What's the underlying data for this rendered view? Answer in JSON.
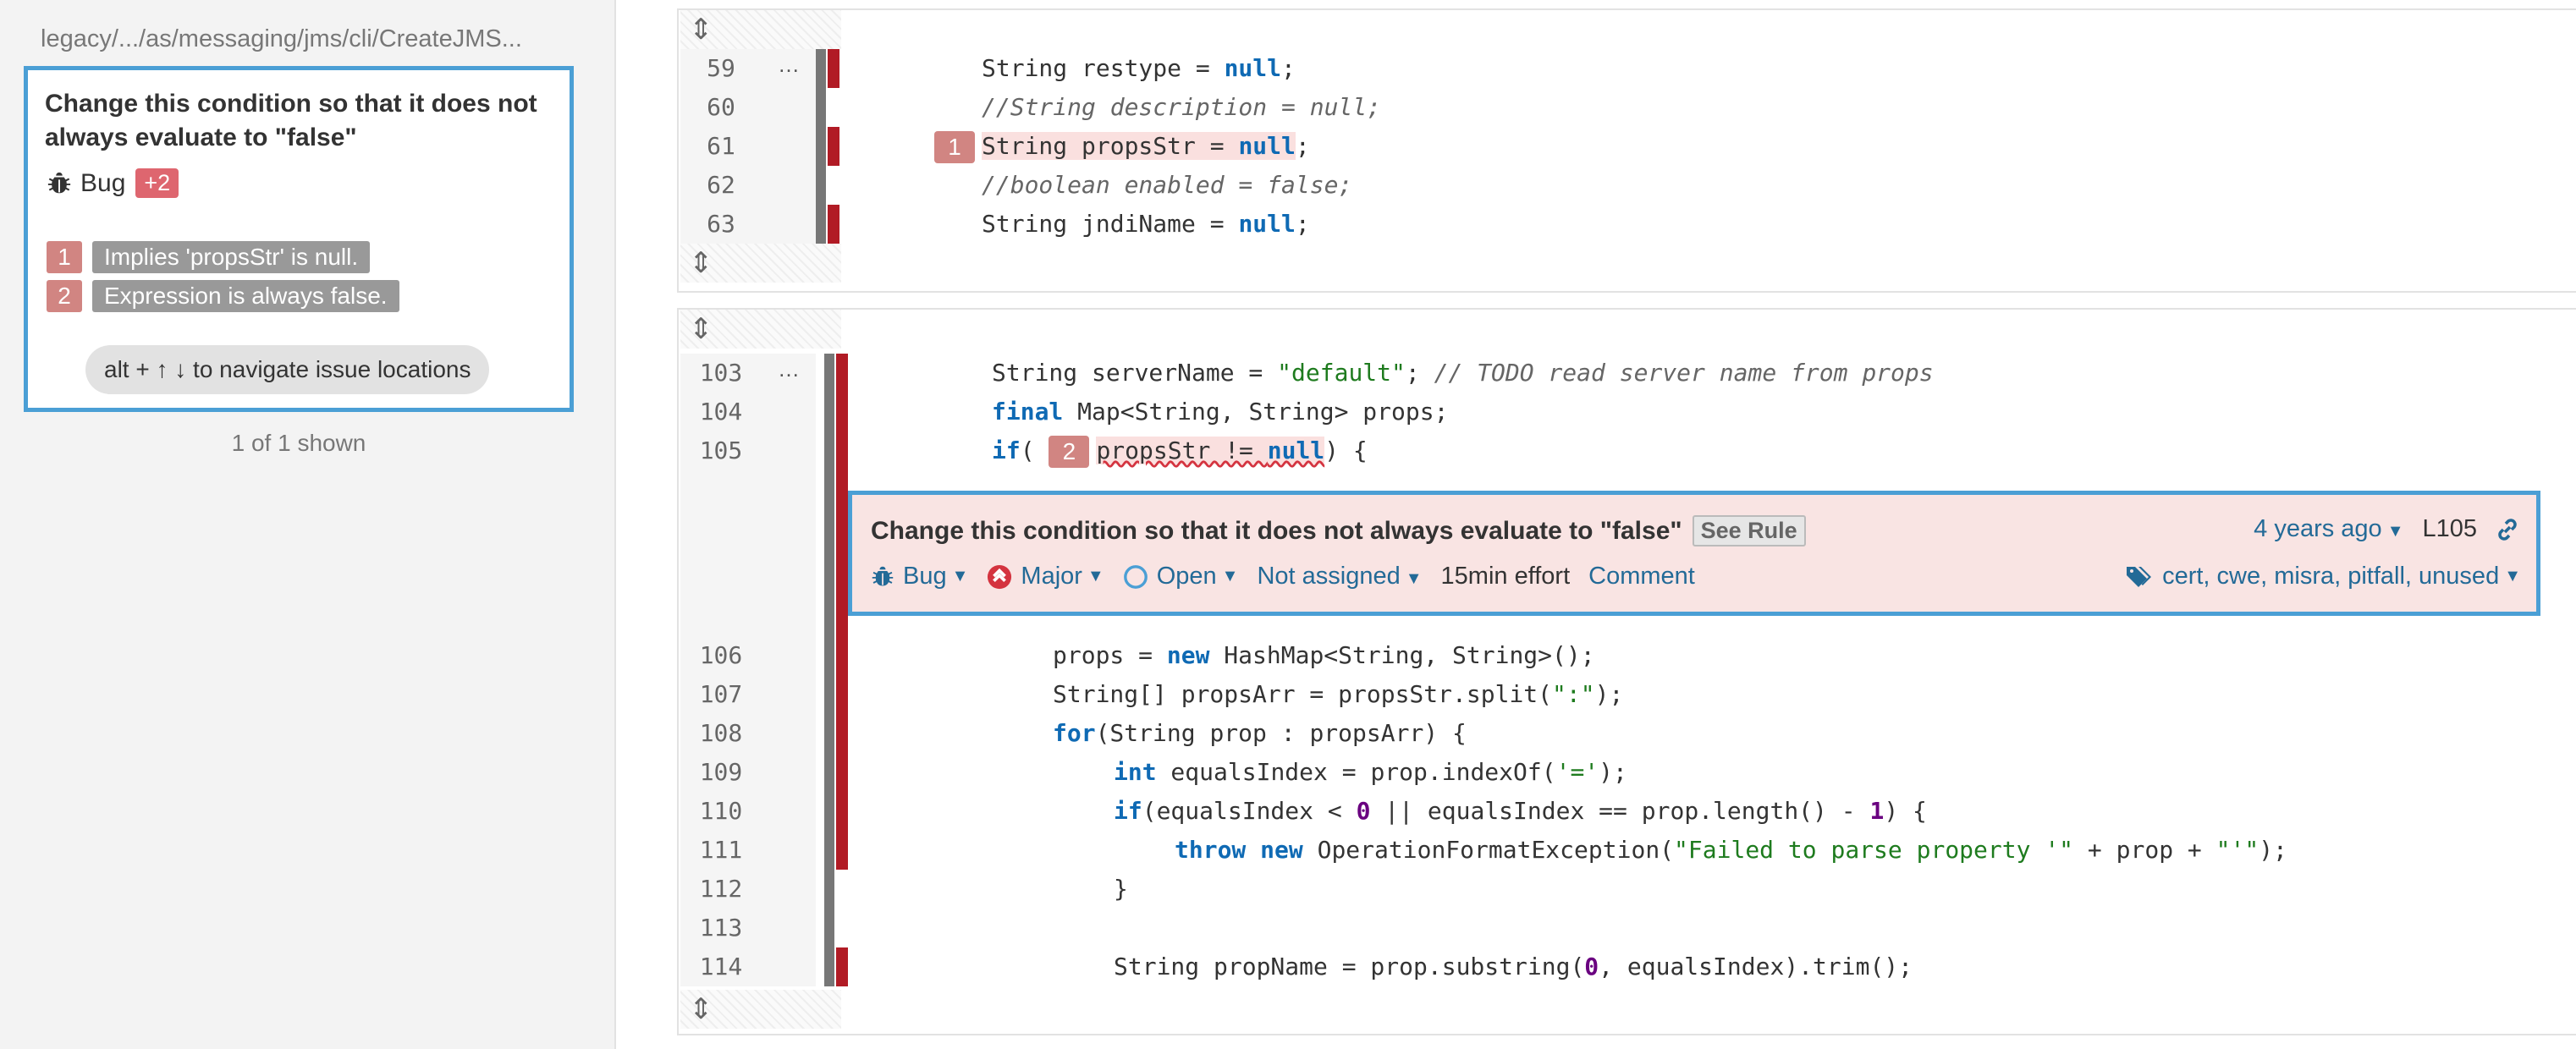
{
  "sidebar": {
    "file_path": "legacy/.../as/messaging/jms/cli/CreateJMS...",
    "issue": {
      "message": "Change this condition so that it does not always evaluate to \"false\"",
      "type": "Bug",
      "extra_count": "+2",
      "locations": [
        {
          "num": "1",
          "text": "Implies 'propsStr' is null."
        },
        {
          "num": "2",
          "text": "Expression is always false."
        }
      ],
      "nav_hint": "alt + ↑ ↓ to navigate issue locations"
    },
    "shown": "1 of 1 shown"
  },
  "snippet1": {
    "lines": [
      {
        "num": "59",
        "dots": "…"
      },
      {
        "num": "60"
      },
      {
        "num": "61"
      },
      {
        "num": "62"
      },
      {
        "num": "63"
      }
    ]
  },
  "snippet2": {
    "lines": [
      {
        "num": "103",
        "dots": "…"
      },
      {
        "num": "104"
      },
      {
        "num": "105"
      },
      {
        "num": "106"
      },
      {
        "num": "107"
      },
      {
        "num": "108"
      },
      {
        "num": "109"
      },
      {
        "num": "110"
      },
      {
        "num": "111"
      },
      {
        "num": "112"
      },
      {
        "num": "113"
      },
      {
        "num": "114"
      }
    ]
  },
  "code": {
    "l59": {
      "a": "String restype = ",
      "b": "null",
      "c": ";"
    },
    "l60": "//String description = null;",
    "l61": {
      "marker": "1",
      "a": "String propsStr = ",
      "b": "null",
      "c": ";"
    },
    "l62": "//boolean enabled = false;",
    "l63": {
      "a": "String jndiName = ",
      "b": "null",
      "c": ";"
    },
    "l103": {
      "a": "String serverName = ",
      "s": "\"default\"",
      "c": "; ",
      "cmt": "// TODO read server name from props"
    },
    "l104": {
      "kw": "final",
      "a": " Map<String, String> props;"
    },
    "l105": {
      "kw": "if",
      "a": "( ",
      "marker": "2",
      "sq_a": "propsStr != ",
      "sq_kw": "null",
      "b": ") {"
    },
    "l106": {
      "a": "props = ",
      "kw": "new",
      "b": " HashMap<String, String>();"
    },
    "l107": {
      "a": "String[] propsArr = propsStr.split(",
      "s": "\":\"",
      "b": ");"
    },
    "l108": {
      "kw": "for",
      "a": "(String prop : propsArr) {"
    },
    "l109": {
      "kw": "int",
      "a": " equalsIndex = prop.indexOf(",
      "s": "'='",
      "b": ");"
    },
    "l110": {
      "kw": "if",
      "a": "(equalsIndex < ",
      "n1": "0",
      "b": " || equalsIndex == prop.length() - ",
      "n2": "1",
      "c": ") {"
    },
    "l111": {
      "kw1": "throw",
      "sp": " ",
      "kw2": "new",
      "a": " OperationFormatException(",
      "s1": "\"Failed to parse property '\"",
      "b": " + prop + ",
      "s2": "\"'\"",
      "c": ");"
    },
    "l112": "}",
    "l113": "",
    "l114": {
      "a": "String propName = prop.substring(",
      "n": "0",
      "b": ", equalsIndex).trim();"
    }
  },
  "issue_box": {
    "message": "Change this condition so that it does not always evaluate to \"false\"",
    "see_rule": "See Rule",
    "age": "4 years ago",
    "line": "L105",
    "type": "Bug",
    "severity": "Major",
    "status": "Open",
    "assignee": "Not assigned",
    "effort": "15min effort",
    "comment": "Comment",
    "tags": "cert, cwe, misra, pitfall, unused"
  },
  "icons": {
    "bug": "bug-icon",
    "severity": "major-severity-icon",
    "status": "open-status-icon",
    "tags": "tag-icon",
    "link": "link-icon",
    "expand": "expand-icon"
  },
  "colors": {
    "accent": "#4b9fd5",
    "issue_bg": "#f9e4e3",
    "marker": "#d18582",
    "keyword": "#0f6ab4",
    "string": "#1e7b1e",
    "coverage_uncovered": "#b11b25"
  }
}
